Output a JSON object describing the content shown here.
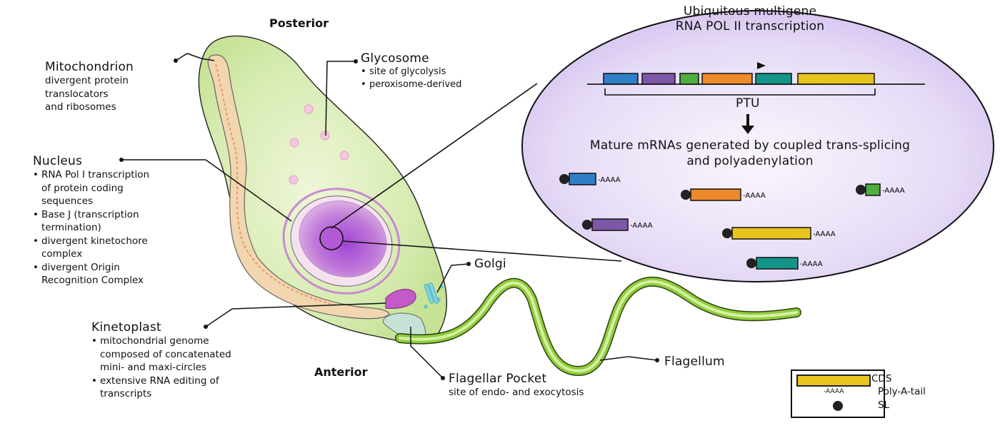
{
  "orientation": {
    "posterior": "Posterior",
    "anterior": "Anterior"
  },
  "mitochondrion": {
    "title": "Mitochondrion",
    "lines": [
      "divergent protein",
      "translocators",
      "and ribosomes"
    ]
  },
  "nucleus": {
    "title": "Nucleus",
    "bullets": [
      [
        "RNA Pol I transcription",
        "of protein coding",
        "sequences"
      ],
      [
        "Base J (transcription",
        "termination)"
      ],
      [
        "divergent kinetochore",
        "complex"
      ],
      [
        "divergent Origin",
        "Recognition Complex"
      ]
    ]
  },
  "kinetoplast": {
    "title": "Kinetoplast",
    "bullets": [
      [
        "mitochondrial genome",
        "composed of concatenated",
        "mini- and maxi-circles"
      ],
      [
        "extensive RNA editing of",
        "transcripts"
      ]
    ]
  },
  "glycosome": {
    "title": "Glycosome",
    "bullets": [
      "site of glycolysis",
      "peroxisome-derived"
    ]
  },
  "golgi": {
    "title": "Golgi"
  },
  "flagellar_pocket": {
    "title": "Flagellar Pocket",
    "subtitle": "site of endo- and exocytosis"
  },
  "flagellum": {
    "title": "Flagellum"
  },
  "inset": {
    "heading_line1": "Ubiquitous multigene",
    "heading_line2": "RNA POL II transcription",
    "ptu_label": "PTU",
    "mature_line1": "Mature mRNAs generated by coupled trans-splicing",
    "mature_line2": "and polyadenylation",
    "poly_a": "-AAAA",
    "gene_colors": [
      "#2f7fc8",
      "#7e57a8",
      "#4fae3e",
      "#ec8a2c",
      "#14958a",
      "#e8c51e"
    ]
  },
  "legend": {
    "cds": "CDS",
    "poly_a_symbol": "-AAAA",
    "poly_a": "Poly-A-tail",
    "sl": "SL",
    "cds_color": "#e8c51e"
  }
}
